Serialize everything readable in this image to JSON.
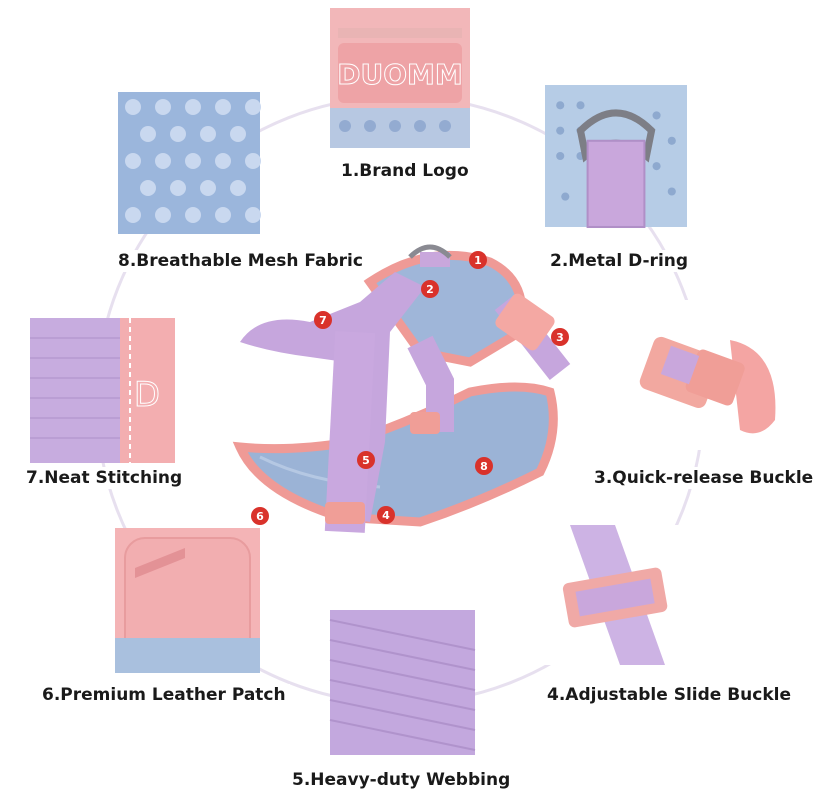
{
  "features": [
    {
      "num": "1",
      "label": "1.Brand Logo",
      "icon": "brand-logo-photo"
    },
    {
      "num": "2",
      "label": "2.Metal D-ring",
      "icon": "d-ring-photo"
    },
    {
      "num": "3",
      "label": "3.Quick-release Buckle",
      "icon": "buckle-photo"
    },
    {
      "num": "4",
      "label": "4.Adjustable Slide Buckle",
      "icon": "slide-buckle-photo"
    },
    {
      "num": "5",
      "label": "5.Heavy-duty Webbing",
      "icon": "webbing-photo"
    },
    {
      "num": "6",
      "label": "6.Premium Leather Patch",
      "icon": "leather-photo"
    },
    {
      "num": "7",
      "label": "7.Neat Stitching",
      "icon": "stitching-photo"
    },
    {
      "num": "8",
      "label": "8.Breathable Mesh Fabric",
      "icon": "mesh-photo"
    }
  ],
  "brand_text": "DUOMM",
  "colors": {
    "pink": "#f2a7a4",
    "coral": "#e88c8a",
    "lavender": "#c9a7dc",
    "mesh_blue": "#a9c0de",
    "marker_red": "#d9322b"
  }
}
